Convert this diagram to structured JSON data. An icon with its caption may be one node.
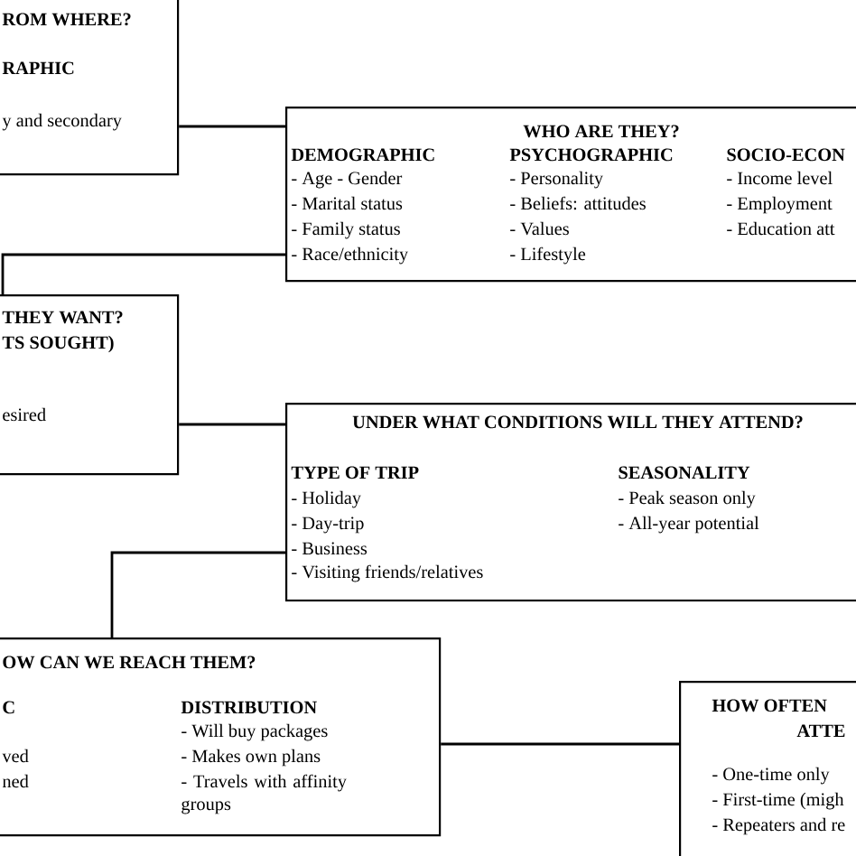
{
  "diagram": {
    "nodes": [
      {
        "text": [
          "ROM WHERE?",
          "RAPHIC",
          "y and secondary"
        ]
      },
      {
        "text": [
          "WHO ARE THEY?",
          "DEMOGRAPHIC",
          "- Age - Gender",
          "- Marital status",
          "- Family status",
          "- Race/ethnicity",
          "PSYCHOGRAPHIC",
          "- Personality",
          "- Beliefs: attitudes",
          "- Values",
          "- Lifestyle",
          "SOCIO-ECON",
          "- Income level",
          "- Employment",
          "- Education att"
        ]
      },
      {
        "text": [
          "THEY WANT?",
          "TS SOUGHT)",
          "esired"
        ]
      },
      {
        "text": [
          "UNDER WHAT CONDITIONS WILL THEY ATTEND?",
          "TYPE OF TRIP",
          "- Holiday",
          "- Day-trip",
          "- Business",
          "- Visiting friends/relatives",
          "SEASONALITY",
          "- Peak season only",
          "- All-year potential"
        ]
      },
      {
        "text": [
          "OW CAN WE REACH THEM?",
          "C",
          "ved",
          "ned",
          "DISTRIBUTION",
          "- Will buy packages",
          "- Makes own plans",
          "- Travels with affinity groups"
        ]
      },
      {
        "text": [
          "HOW OFTEN",
          "ATTE",
          "- One-time only",
          "- First-time (migh",
          "- Repeaters and re"
        ]
      }
    ],
    "edges": [
      {
        "from": 0,
        "to": 1,
        "arrow": "none"
      },
      {
        "from": 1,
        "to": 2,
        "arrow": "none"
      },
      {
        "from": 2,
        "to": 3,
        "arrow": "none"
      },
      {
        "from": 3,
        "to": 4,
        "arrow": "none"
      },
      {
        "from": 4,
        "to": 5,
        "arrow": "none"
      }
    ]
  }
}
